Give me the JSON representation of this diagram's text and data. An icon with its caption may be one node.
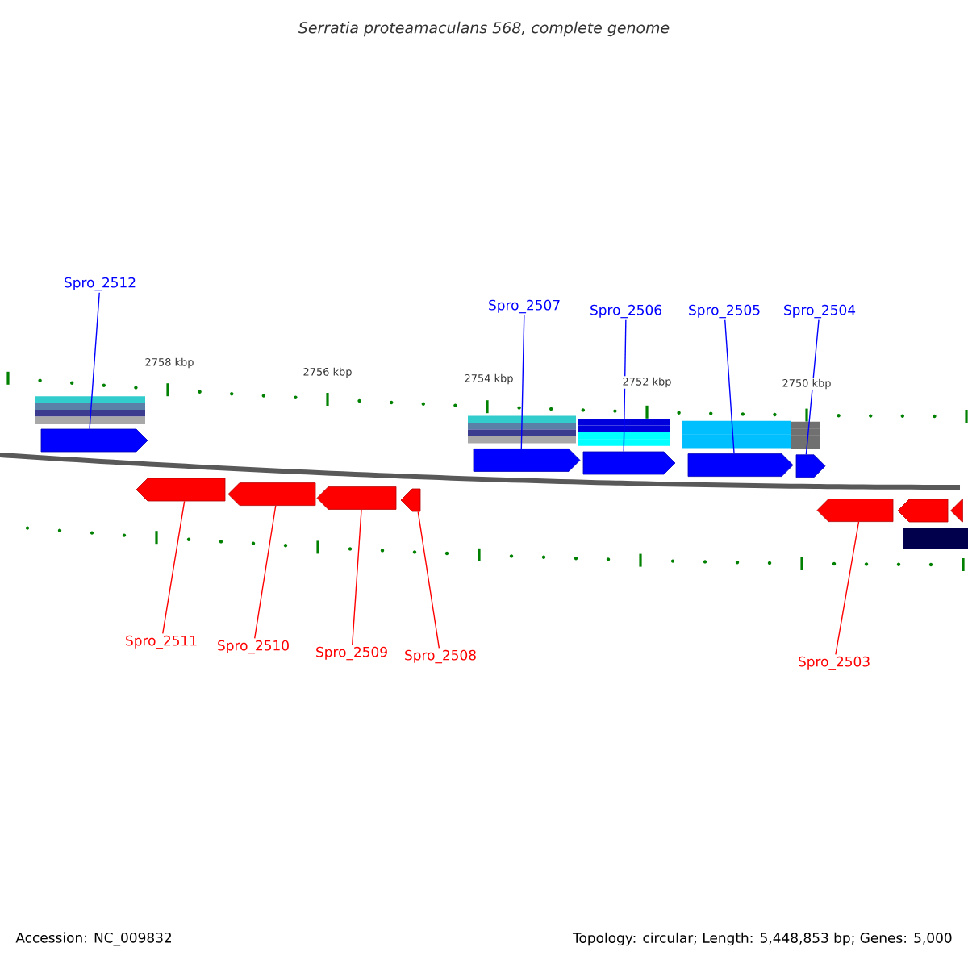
{
  "diagram": {
    "title": "Serratia proteamaculans 568, complete genome",
    "nodes": [
      {
        "text": [
          "Spro_2512"
        ]
      },
      {
        "text": [
          "Spro_2511"
        ]
      },
      {
        "text": [
          "Spro_2510"
        ]
      },
      {
        "text": [
          "Spro_2509"
        ]
      },
      {
        "text": [
          "Spro_2508"
        ]
      },
      {
        "text": [
          "Spro_2507"
        ]
      },
      {
        "text": [
          "Spro_2506"
        ]
      },
      {
        "text": [
          "Spro_2505"
        ]
      },
      {
        "text": [
          "Spro_2504"
        ]
      },
      {
        "text": [
          "Spro_2503"
        ]
      },
      {
        "text": [],
        "shape": "pentagon"
      },
      {
        "text": [],
        "shape": "pentagon"
      },
      {
        "text": [],
        "shape": "pentagon"
      },
      {
        "text": [],
        "shape": "pentagon"
      },
      {
        "text": [],
        "shape": "pentagon"
      },
      {
        "text": [],
        "shape": "pentagon"
      },
      {
        "text": [],
        "shape": "pentagon"
      },
      {
        "text": [],
        "shape": "pentagon"
      },
      {
        "text": [],
        "shape": "pentagon"
      },
      {
        "text": [],
        "shape": "pentagon"
      },
      {
        "text": [],
        "shape": "pentagon"
      },
      {
        "text": [],
        "shape": "pentagon"
      }
    ],
    "edges": [
      {
        "from": 0,
        "to": 10,
        "arrow": "none",
        "color": "#0000ff"
      },
      {
        "from": 1,
        "to": 11,
        "arrow": "none",
        "color": "#ff0000"
      },
      {
        "from": 2,
        "to": 12,
        "arrow": "none",
        "color": "#ff0000"
      },
      {
        "from": 3,
        "to": 13,
        "arrow": "none",
        "color": "#ff0000"
      },
      {
        "from": 4,
        "to": 14,
        "arrow": "none",
        "color": "#ff0000"
      },
      {
        "from": 5,
        "to": 15,
        "arrow": "none",
        "color": "#0000ff"
      },
      {
        "from": 6,
        "to": 16,
        "arrow": "none",
        "color": "#0000ff"
      },
      {
        "from": 7,
        "to": 17,
        "arrow": "none",
        "color": "#0000ff"
      },
      {
        "from": 8,
        "to": 18,
        "arrow": "none",
        "color": "#0000ff"
      },
      {
        "from": 9,
        "to": 19,
        "arrow": "none",
        "color": "#ff0000"
      }
    ],
    "labels": [
      "2758 kbp",
      "2756 kbp",
      "2754 kbp",
      "2752 kbp",
      "2750 kbp",
      "Accession: NC_009832",
      "Topology: circular; Length: 5,448,853 bp; Genes: 5,000"
    ]
  }
}
